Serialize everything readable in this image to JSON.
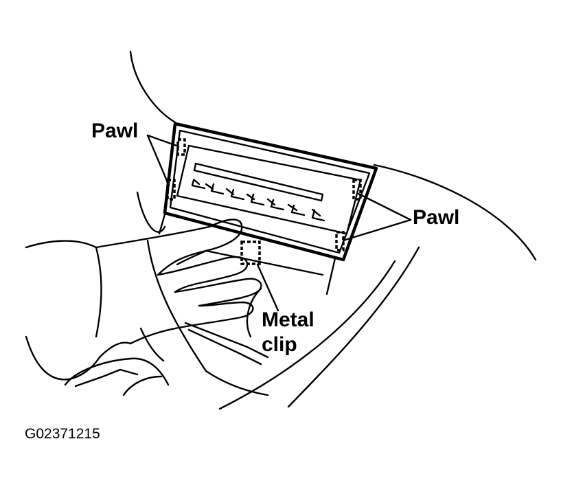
{
  "callouts": {
    "pawl_left": "Pawl",
    "pawl_right": "Pawl",
    "metal_clip_line1": "Metal",
    "metal_clip_line2": "clip"
  },
  "figure_code": "G02371215"
}
